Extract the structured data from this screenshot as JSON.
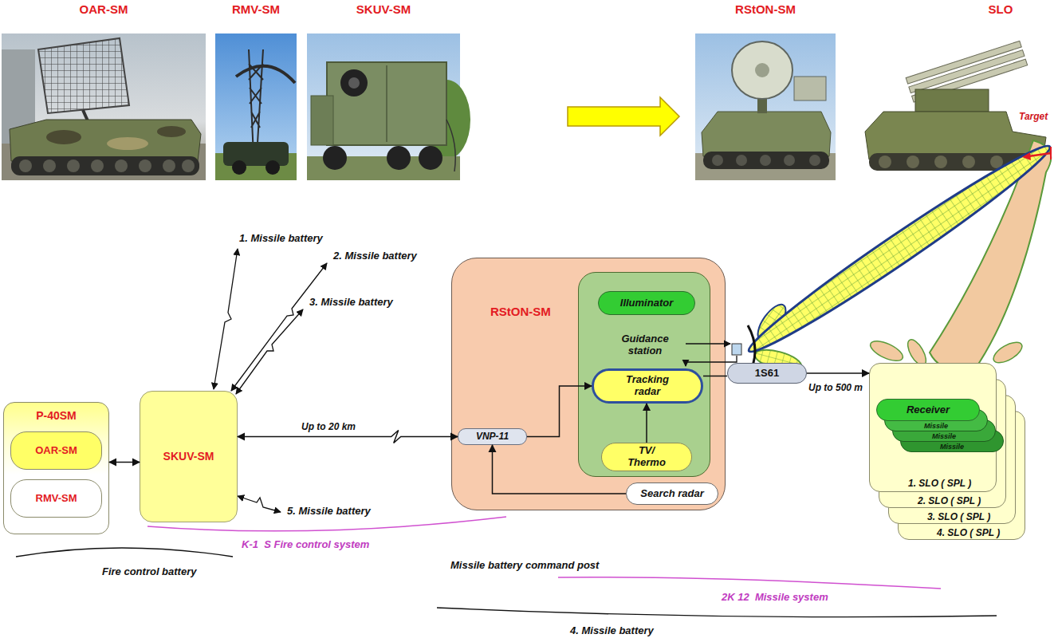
{
  "diagram": {
    "nodes": [
      {
        "text": [
          "P-40SM"
        ]
      },
      {
        "text": [
          "OAR-SM"
        ],
        "in": 0
      },
      {
        "text": [
          "RMV-SM"
        ],
        "in": 0
      },
      {
        "text": [
          "SKUV-SM"
        ]
      },
      {
        "text": [
          "RStON-SM"
        ]
      },
      {
        "text": [
          "Guidance station"
        ],
        "in": 4
      },
      {
        "text": [
          "Illuminator"
        ],
        "in": 5
      },
      {
        "text": [
          "Tracking radar"
        ],
        "in": 5
      },
      {
        "text": [
          "TV/ Thermo"
        ],
        "in": 5
      },
      {
        "text": [
          "VNP-11"
        ],
        "in": 4
      },
      {
        "text": [
          "Search radar"
        ],
        "in": 4
      },
      {
        "text": [
          "1S61"
        ]
      },
      {
        "text": [
          "1. SLO ( SPL )"
        ]
      },
      {
        "text": [
          "Receiver"
        ],
        "in": 12
      },
      {
        "text": [
          "2. SLO ( SPL )"
        ]
      },
      {
        "text": [
          "3. SLO ( SPL )"
        ]
      },
      {
        "text": [
          "4. SLO ( SPL )"
        ]
      }
    ],
    "edges": [
      {
        "from": 0,
        "to": 3,
        "arrow": "both"
      },
      {
        "from": 3,
        "to": 9,
        "label": "Up to 20 km",
        "arrow": "both"
      },
      {
        "from": 9,
        "to": 7,
        "arrow": "to"
      },
      {
        "from": 10,
        "to": 9,
        "arrow": "to"
      },
      {
        "from": 8,
        "to": 7,
        "arrow": "to"
      },
      {
        "from": 7,
        "to": 11,
        "arrow": "none"
      },
      {
        "from": 11,
        "to": 12,
        "label": "Up to 500 m",
        "arrow": "to"
      }
    ],
    "labels": [
      "OAR-SM",
      "RMV-SM",
      "SKUV-SM",
      "RStON-SM",
      "SLO",
      "Target",
      "1. Missile battery",
      "2. Missile battery",
      "3. Missile battery",
      "5. Missile battery",
      "K-1  S Fire control system",
      "Fire control battery",
      "Missile battery command post",
      "2K 12  Missile system",
      "4. Missile battery",
      "Missile",
      "Missile",
      "Missile"
    ]
  }
}
